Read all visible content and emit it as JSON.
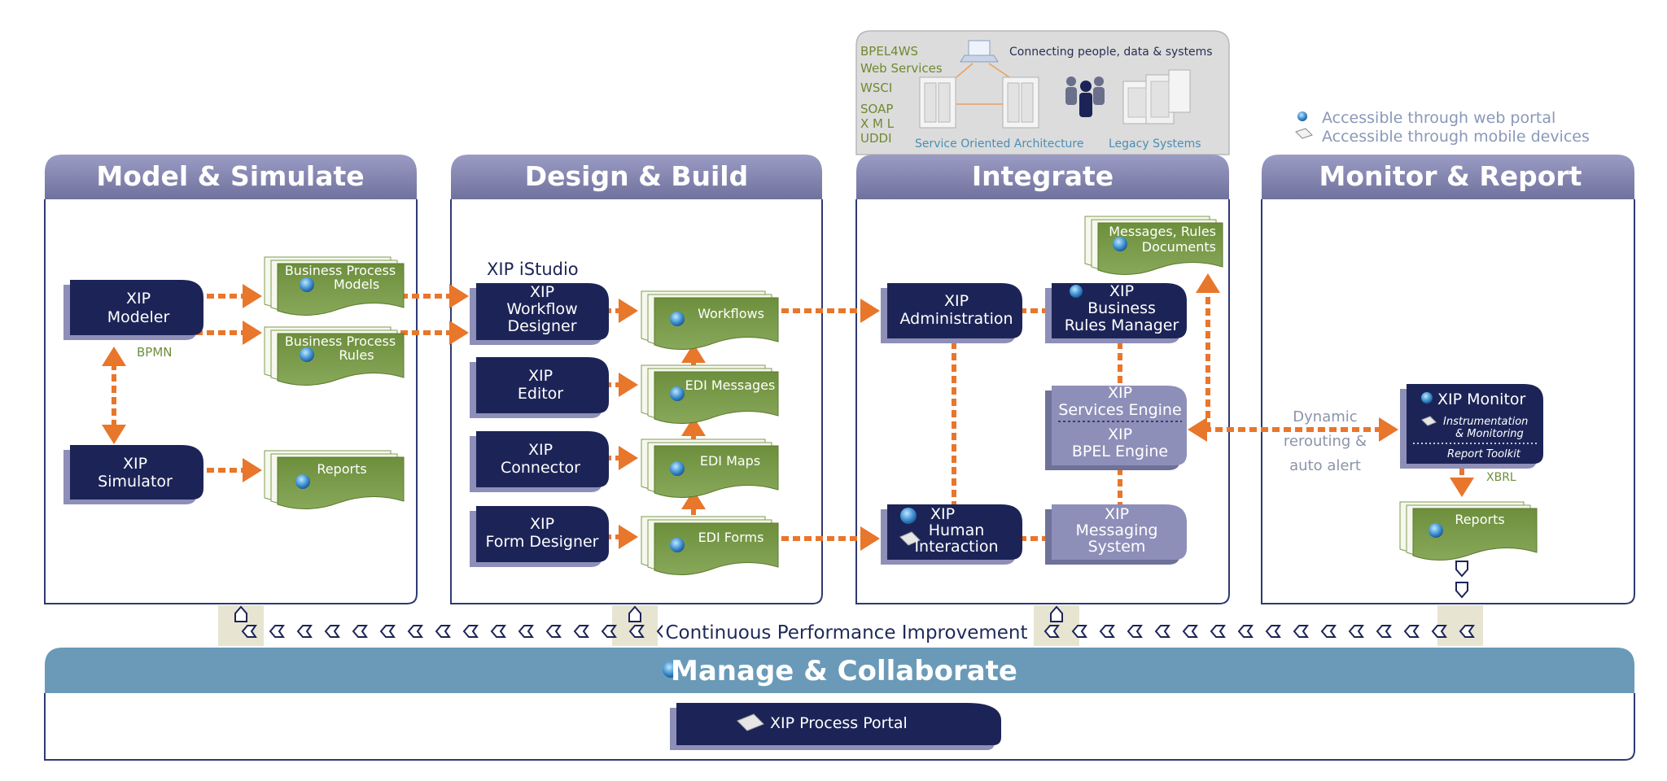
{
  "legend": {
    "web_portal": "Accessible through web portal",
    "mobile": "Accessible through mobile devices"
  },
  "integration_callout": {
    "protocols": [
      "BPEL4WS",
      "Web Services",
      "WSCI",
      "SOAP",
      "X M L",
      "UDDI"
    ],
    "heading": "Connecting people, data & systems",
    "soa_label": "Service Oriented Architecture",
    "legacy_label": "Legacy Systems"
  },
  "panels": {
    "model": "Model & Simulate",
    "design": "Design & Build",
    "integrate": "Integrate",
    "monitor": "Monitor & Report"
  },
  "model": {
    "modeler": [
      "XIP",
      "Modeler"
    ],
    "simulator": [
      "XIP",
      "Simulator"
    ],
    "bpmn": "BPMN",
    "doc_models": [
      "Business Process",
      "Models"
    ],
    "doc_rules": [
      "Business Process",
      "Rules"
    ],
    "doc_reports": "Reports"
  },
  "design": {
    "istudio": "XIP iStudio",
    "workflow_designer": [
      "XIP",
      "Workflow",
      "Designer"
    ],
    "editor": [
      "XIP",
      "Editor"
    ],
    "connector": [
      "XIP",
      "Connector"
    ],
    "form_designer": [
      "XIP",
      "Form Designer"
    ],
    "doc_workflows": "Workflows",
    "doc_edi_messages": "EDI Messages",
    "doc_edi_maps": "EDI Maps",
    "doc_edi_forms": "EDI Forms"
  },
  "integrate": {
    "doc_messages": [
      "Messages, Rules",
      "Documents"
    ],
    "administration": [
      "XIP",
      "Administration"
    ],
    "rules_manager": [
      "XIP",
      "Business",
      "Rules Manager"
    ],
    "services_engine": [
      "XIP",
      "Services Engine"
    ],
    "bpel_engine": [
      "XIP",
      "BPEL Engine"
    ],
    "human_interaction": [
      "XIP",
      "Human",
      "Interaction"
    ],
    "messaging_system": [
      "XIP",
      "Messaging",
      "System"
    ]
  },
  "monitor": {
    "dynamic": [
      "Dynamic",
      "rerouting &",
      "auto alert"
    ],
    "xip_monitor": "XIP Monitor",
    "instrumentation": [
      "Instrumentation",
      "& Monitoring"
    ],
    "report_toolkit": "Report Toolkit",
    "xbrl": "XBRL",
    "doc_reports": "Reports"
  },
  "cpi": "Continuous Performance Improvement",
  "manage": {
    "title": "Manage & Collaborate",
    "portal": "XIP Process Portal"
  },
  "colors": {
    "navy": "#1c2457",
    "lavender": "#8e8fb8",
    "green": "#6d8f3c",
    "orange": "#e8762b",
    "steel": "#6a9ab8"
  }
}
